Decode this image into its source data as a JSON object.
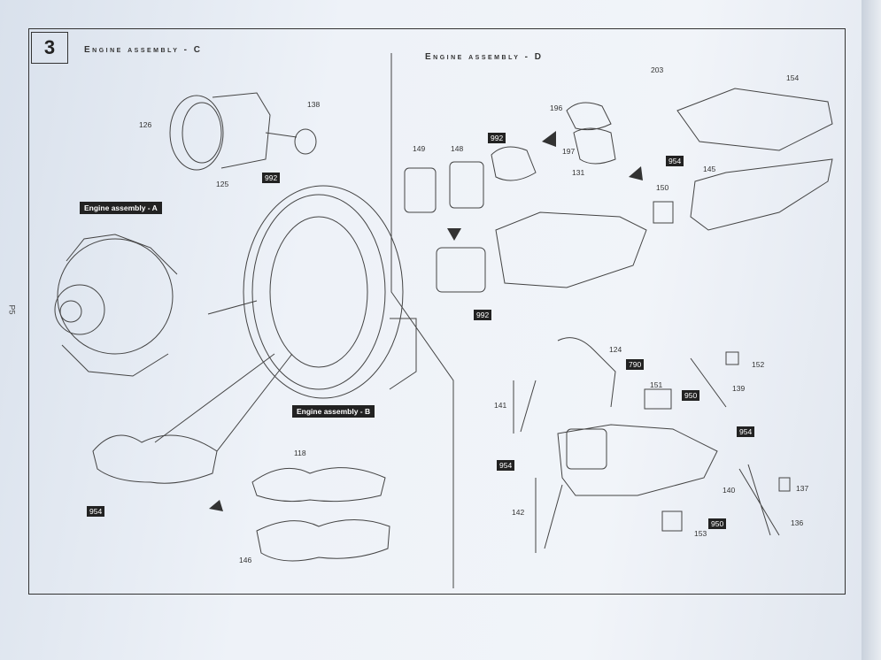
{
  "step": {
    "number": "3"
  },
  "page_label": "P5",
  "sections": {
    "left_title": "Engine assembly - C",
    "right_title": "Engine assembly - D"
  },
  "left": {
    "part_labels": {
      "p126": "126",
      "p125": "125",
      "p138": "138",
      "p118": "118",
      "p146": "146"
    },
    "glue_badges": {
      "b992": "992",
      "b954": "954"
    },
    "assembly_a": "Engine assembly - A",
    "assembly_b": "Engine assembly - B"
  },
  "right_top": {
    "part_labels": {
      "p149": "149",
      "p148": "148",
      "p196": "196",
      "p197": "197",
      "p131": "131",
      "p203": "203",
      "p154": "154",
      "p145": "145",
      "p150": "150"
    },
    "glue_badges": {
      "b992a": "992",
      "b992b": "992",
      "b954": "954"
    }
  },
  "right_bottom": {
    "part_labels": {
      "p124": "124",
      "p152": "152",
      "p151": "151",
      "p139": "139",
      "p141": "141",
      "p142": "142",
      "p140": "140",
      "p137": "137",
      "p136": "136",
      "p153": "153"
    },
    "glue_badges": {
      "b790": "790",
      "b950a": "950",
      "b954a": "954",
      "b954b": "954",
      "b950b": "950"
    }
  }
}
